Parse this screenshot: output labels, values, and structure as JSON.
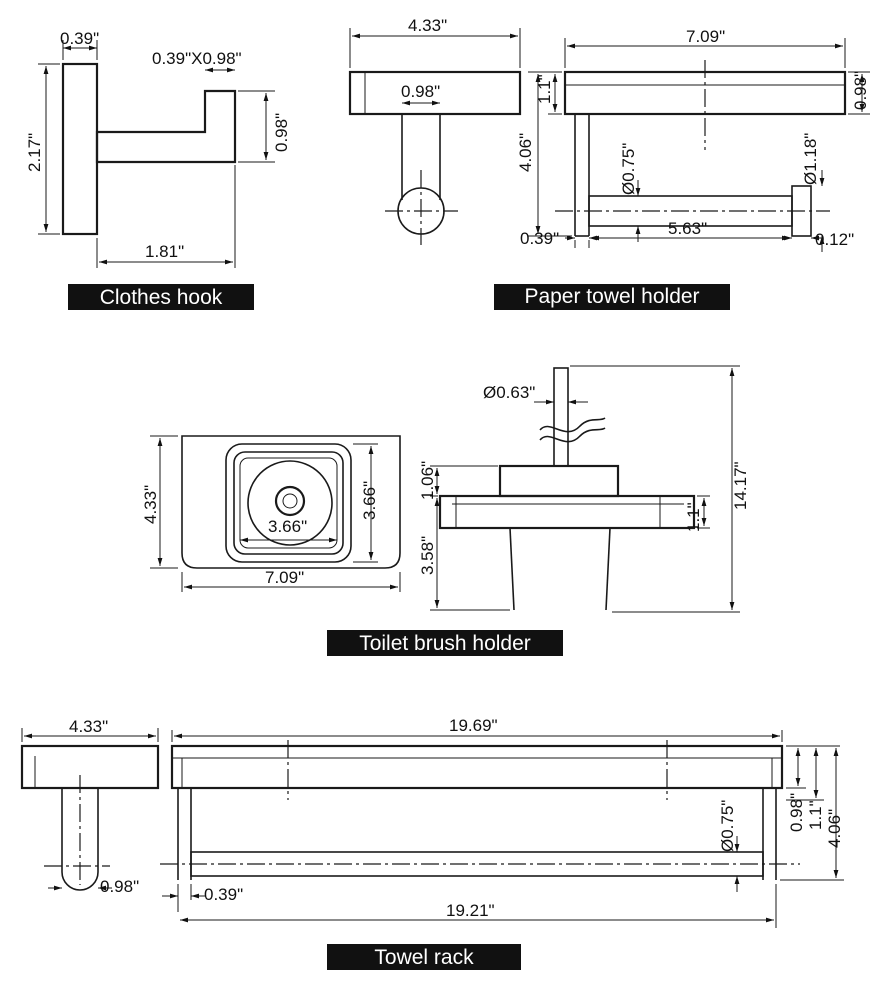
{
  "labels": {
    "clothes_hook": "Clothes hook",
    "paper_towel_holder": "Paper towel holder",
    "toilet_brush_holder": "Toilet brush holder",
    "towel_rack": "Towel rack"
  },
  "clothes_hook": {
    "width_top": "0.39\"",
    "hook_size": "0.39\"X0.98\"",
    "height": "2.17\"",
    "hook_height": "0.98\"",
    "depth": "1.81\""
  },
  "paper_towel_holder": {
    "side_width": "4.33\"",
    "post_width": "0.98\"",
    "length": "7.09\"",
    "plate_height": "1.1\"",
    "plate_depth": "0.98\"",
    "total_height": "4.06\"",
    "rod_diameter": "Ø0.75\"",
    "cap_diameter": "Ø1.18\"",
    "post_thickness": "0.39\"",
    "rod_length": "5.63\"",
    "cap_thickness": "0.12\""
  },
  "toilet_brush_holder": {
    "height_plan": "4.33\"",
    "cup_height": "3.66\"",
    "cup_width": "3.66\"",
    "width_plan": "7.09\"",
    "handle_diameter": "Ø0.63\"",
    "cup_lip": "1.06\"",
    "plate_height": "1.1\"",
    "cup_depth": "3.58\"",
    "total_height": "14.17\""
  },
  "towel_rack": {
    "side_width": "4.33\"",
    "post_width": "0.98\"",
    "length": "19.69\"",
    "plate_depth": "0.98\"",
    "plate_height": "1.1\"",
    "total_height": "4.06\"",
    "rod_diameter": "Ø0.75\"",
    "post_thickness": "0.39\"",
    "rod_length": "19.21\""
  }
}
